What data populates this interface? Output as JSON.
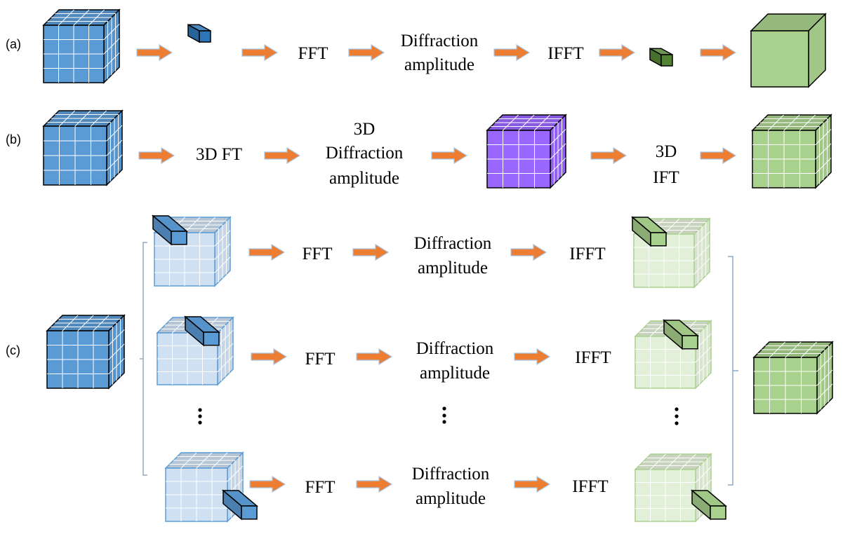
{
  "colors": {
    "arrow": "#ED7D31",
    "arrow_edge": "#A9C4E4",
    "blue": "#5B9BD5",
    "blue_light": "#CFE0F2",
    "blue_dark": "#2E75B6",
    "green": "#A9D18E",
    "green_light": "#E2F0D9",
    "green_dark": "#548235",
    "purple": "#9966FF",
    "bracket": "#8EA9C9"
  },
  "panels": {
    "a": {
      "label": "(a)",
      "steps": {
        "fft": "FFT",
        "amp_line1": "Diffraction",
        "amp_line2": "amplitude",
        "ifft": "IFFT"
      }
    },
    "b": {
      "label": "(b)",
      "steps": {
        "ft3d": "3D FT",
        "amp_line1": "3D",
        "amp_line2": "Diffraction",
        "amp_line3": "amplitude",
        "ift_line1": "3D",
        "ift_line2": "IFT"
      }
    },
    "c": {
      "label": "(c)",
      "rows": [
        {
          "fft": "FFT",
          "amp_line1": "Diffraction",
          "amp_line2": "amplitude",
          "ifft": "IFFT"
        },
        {
          "fft": "FFT",
          "amp_line1": "Diffraction",
          "amp_line2": "amplitude",
          "ifft": "IFFT"
        },
        {
          "fft": "FFT",
          "amp_line1": "Diffraction",
          "amp_line2": "amplitude",
          "ifft": "IFFT"
        }
      ]
    }
  }
}
